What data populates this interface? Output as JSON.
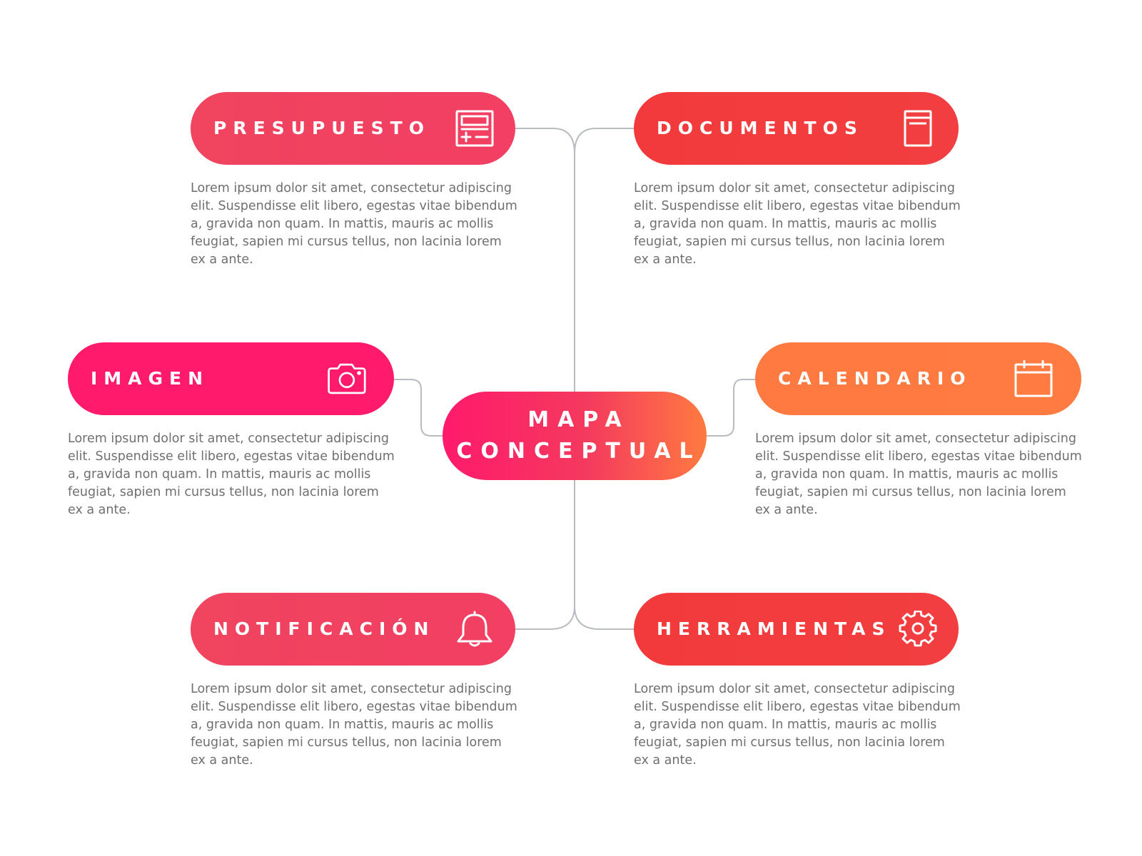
{
  "center": {
    "line1": "MAPA",
    "line2": "CONCEPTUAL"
  },
  "colors": {
    "connector": "#b8bcc2",
    "pink": "#ff1a6b",
    "rose": "#f0445f",
    "red": "#f23a3c",
    "orange": "#ff7a40",
    "text": "#6f6f6f"
  },
  "nodes": {
    "presupuesto": {
      "label": "PRESUPUESTO",
      "icon": "calculator-icon",
      "text": "Lorem ipsum dolor sit amet, consectetur adipiscing elit. Suspendisse elit libero, egestas vitae bibendum a, gravida non quam. In mattis, mauris ac mollis feugiat, sapien mi cursus tellus, non lacinia lorem ex a ante."
    },
    "documentos": {
      "label": "DOCUMENTOS",
      "icon": "document-icon",
      "text": "Lorem ipsum dolor sit amet, consectetur adipiscing elit. Suspendisse elit libero, egestas vitae bibendum a, gravida non quam. In mattis, mauris ac mollis feugiat, sapien mi cursus tellus, non lacinia lorem ex a ante."
    },
    "imagen": {
      "label": "IMAGEN",
      "icon": "camera-icon",
      "text": "Lorem ipsum dolor sit amet, consectetur adipiscing elit. Suspendisse elit libero, egestas vitae bibendum a, gravida non quam. In mattis, mauris ac mollis feugiat, sapien mi cursus tellus, non lacinia lorem ex a ante."
    },
    "calendario": {
      "label": "CALENDARIO",
      "icon": "calendar-icon",
      "text": "Lorem ipsum dolor sit amet, consectetur adipiscing elit. Suspendisse elit libero, egestas vitae bibendum a, gravida non quam. In mattis, mauris ac mollis feugiat, sapien mi cursus tellus, non lacinia lorem ex a ante."
    },
    "notificacion": {
      "label": "NOTIFICACIÓN",
      "icon": "bell-icon",
      "text": "Lorem ipsum dolor sit amet, consectetur adipiscing elit. Suspendisse elit libero, egestas vitae bibendum a, gravida non quam. In mattis, mauris ac mollis feugiat, sapien mi cursus tellus, non lacinia lorem ex a ante."
    },
    "herramientas": {
      "label": "HERRAMIENTAS",
      "icon": "gear-icon",
      "text": "Lorem ipsum dolor sit amet, consectetur adipiscing elit. Suspendisse elit libero, egestas vitae bibendum a, gravida non quam. In mattis, mauris ac mollis feugiat, sapien mi cursus tellus, non lacinia lorem ex a ante."
    }
  }
}
